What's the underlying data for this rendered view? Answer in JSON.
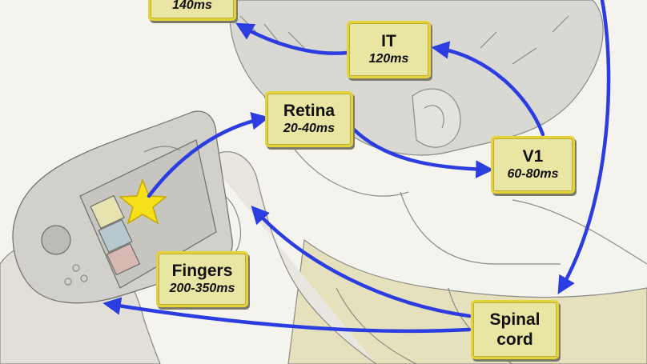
{
  "boxes": {
    "top_partial": {
      "time": "140ms"
    },
    "it": {
      "name": "IT",
      "time": "120ms"
    },
    "retina": {
      "name": "Retina",
      "time": "20-40ms"
    },
    "v1": {
      "name": "V1",
      "time": "60-80ms"
    },
    "fingers": {
      "name": "Fingers",
      "time": "200-350ms"
    },
    "spinal_cord": {
      "name_line1": "Spinal",
      "name_line2": "cord"
    }
  },
  "colors": {
    "arrow": "#2b3de0",
    "box_fill": "#e9e5a2",
    "box_border": "#e6d33a",
    "star": "#f5e01a"
  },
  "icons": [
    "star-icon",
    "handheld-console",
    "child-illustration"
  ]
}
